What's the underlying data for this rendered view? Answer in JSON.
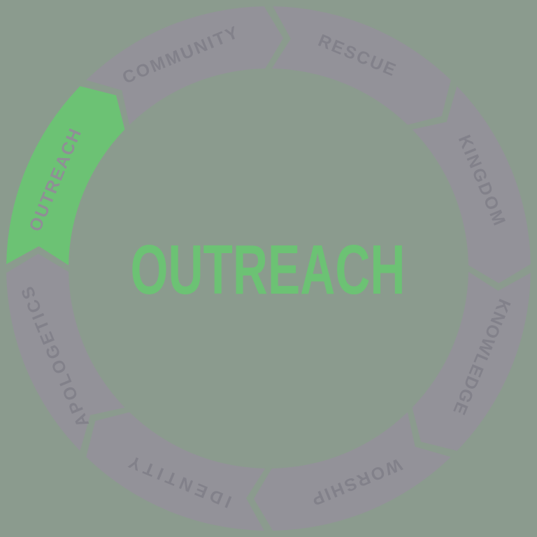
{
  "center_label": "OUTREACH",
  "wheel": {
    "direction": "clockwise",
    "start_angle_deg": 0,
    "segments": [
      {
        "label": "RESCUE",
        "active": false
      },
      {
        "label": "KINGDOM",
        "active": false
      },
      {
        "label": "KNOWLEDGE",
        "active": false
      },
      {
        "label": "WORSHIP",
        "active": false
      },
      {
        "label": "IDENTITY",
        "active": false
      },
      {
        "label": "APOLOGETICS",
        "active": false
      },
      {
        "label": "OUTREACH",
        "active": true
      },
      {
        "label": "COMMUNITY",
        "active": false
      }
    ]
  },
  "colors": {
    "background": "#8B9B8E",
    "segment": "#939299",
    "segment_label": "#82818A",
    "active_segment": "#6CC274",
    "active_segment_label": "#8F8F96",
    "center_label": "#6CC274"
  }
}
